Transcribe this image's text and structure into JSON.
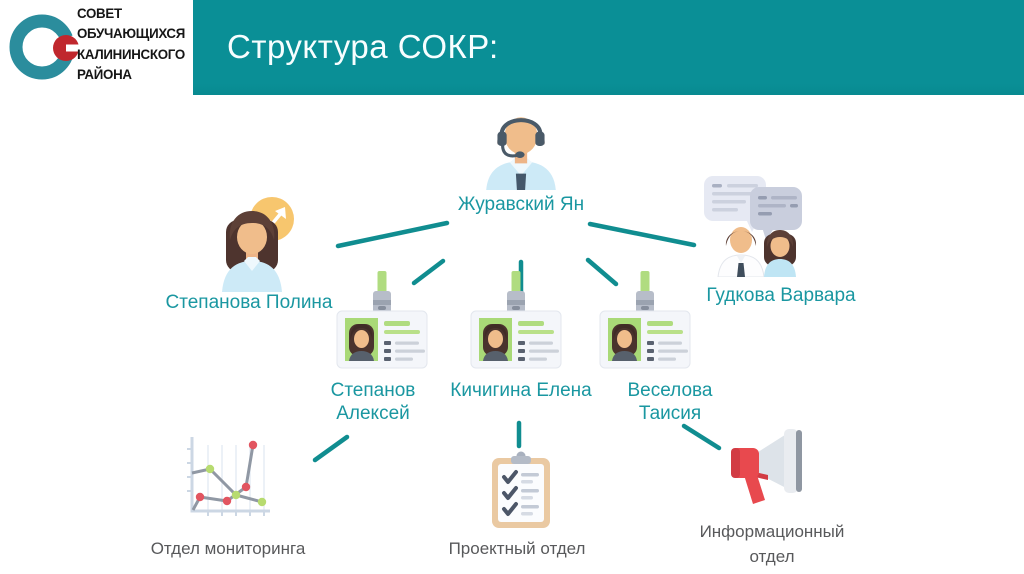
{
  "title": "Структура СОКР:",
  "logo": {
    "text_lines": [
      "СОВЕТ",
      "ОБУЧАЮЩИХСЯ",
      "КАЛИНИНСКОГО",
      "РАЙОНА"
    ]
  },
  "colors": {
    "header_teal": "#0a8f96",
    "header_teal_dark": "#088a90",
    "logo_teal": "#2b8d9d",
    "logo_red": "#c0272d",
    "connector": "#108d90",
    "name_text": "#1a97a1",
    "dept_text": "#58595b"
  },
  "org": {
    "leader": {
      "name": "Журавский Ян",
      "icon": "person-headset-icon"
    },
    "deputies": [
      {
        "name": "Степанова Полина",
        "icon": "woman-growth-chart-icon"
      },
      {
        "name": "Гудкова Варвара",
        "icon": "people-chat-icon"
      }
    ],
    "managers": [
      {
        "name": "Степанов Алексей",
        "icon": "id-badge-icon"
      },
      {
        "name": "Кичигина Елена",
        "icon": "id-badge-icon"
      },
      {
        "name": "Веселова Таисия",
        "icon": "id-badge-icon"
      }
    ],
    "departments": [
      {
        "name": "Отдел мониторинга",
        "icon": "line-chart-icon"
      },
      {
        "name": "Проектный отдел",
        "icon": "clipboard-icon"
      },
      {
        "name": "Информационный отдел",
        "icon": "megaphone-icon"
      }
    ]
  }
}
